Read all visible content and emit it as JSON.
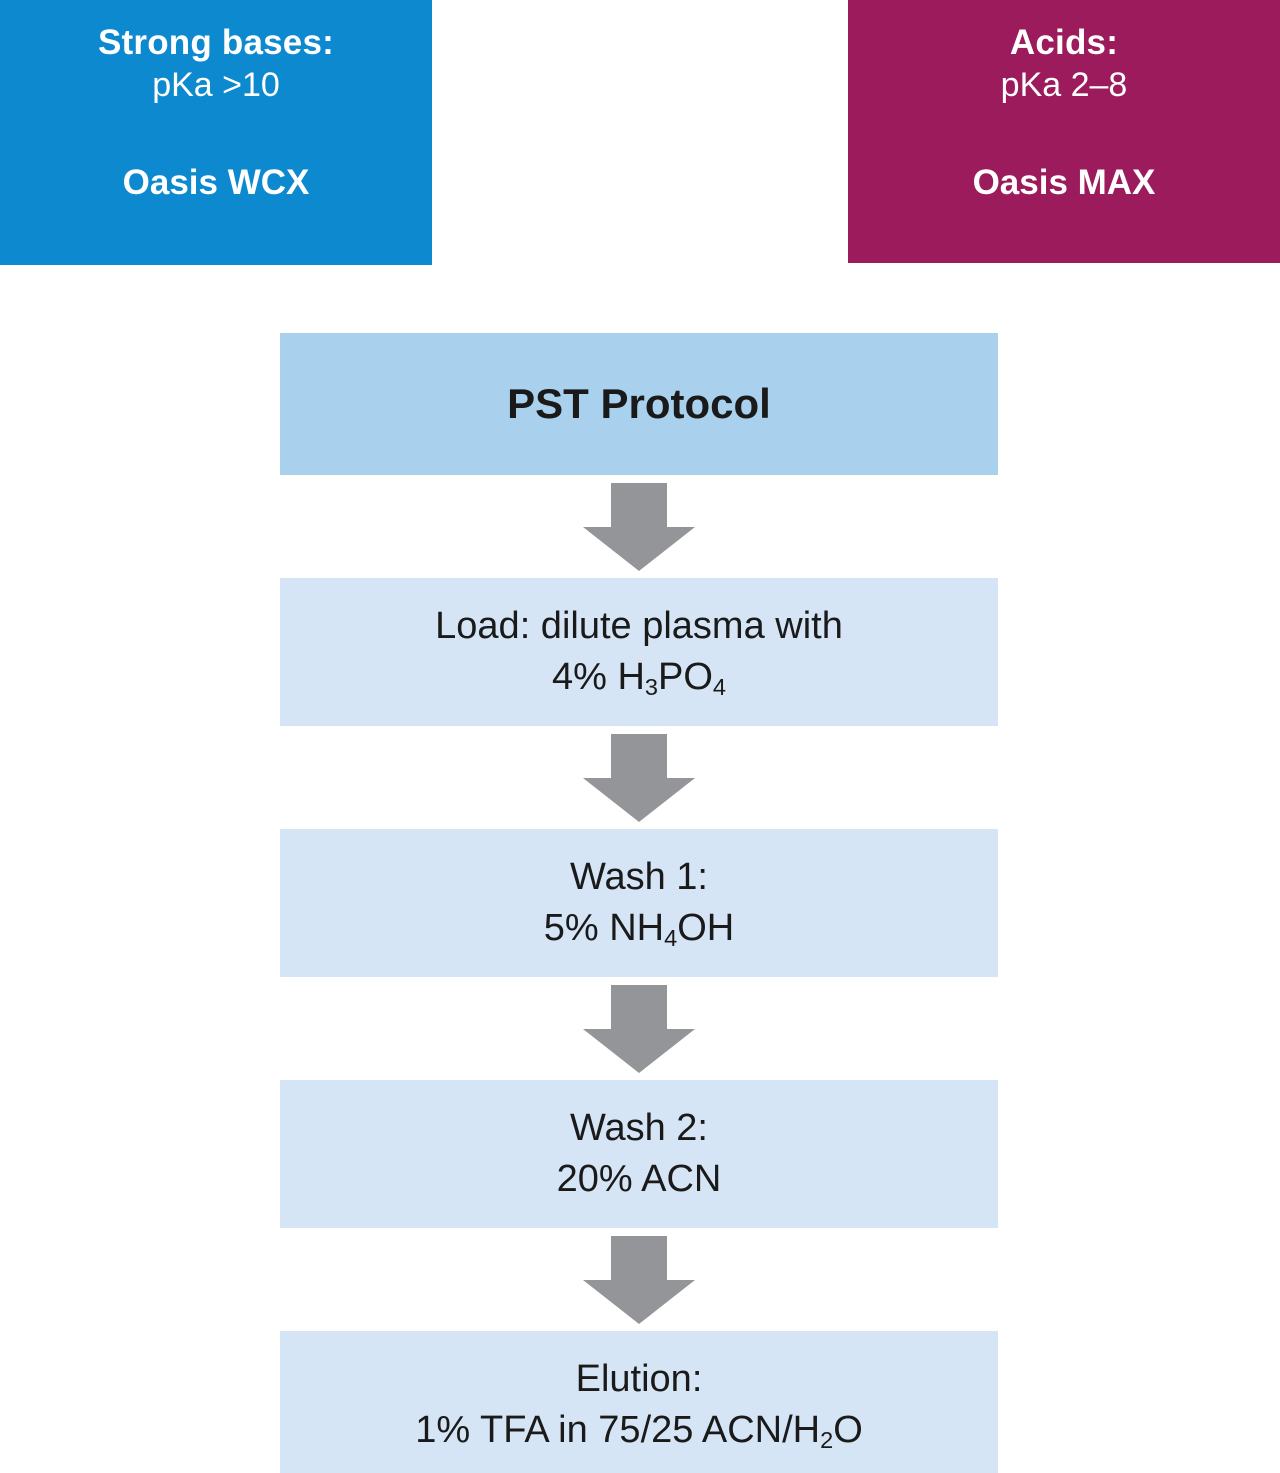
{
  "colors": {
    "strong_bases_card": "#0d8acf",
    "acids_card": "#9c1b5c",
    "protocol_header_box": "#a9d1ee",
    "protocol_step_box": "#d5e5f5",
    "arrow": "#939598",
    "text_dark": "#1a1a1a",
    "text_light": "#ffffff"
  },
  "categories": [
    {
      "id": "strong-bases",
      "title": "Strong bases:",
      "subtitle": "pKa >10",
      "product": "Oasis WCX"
    },
    {
      "id": "acids",
      "title": "Acids:",
      "subtitle": "pKa 2–8",
      "product": "Oasis MAX"
    }
  ],
  "protocol": {
    "header": "PST Protocol",
    "steps": [
      {
        "id": "load",
        "line1": "Load: dilute plasma with",
        "line2_parts": [
          {
            "t": "4% H",
            "sub": false
          },
          {
            "t": "3",
            "sub": true
          },
          {
            "t": "PO",
            "sub": false
          },
          {
            "t": "4",
            "sub": true
          }
        ],
        "line2_plain": "4% H3PO4"
      },
      {
        "id": "wash-1",
        "line1": "Wash 1:",
        "line2_parts": [
          {
            "t": "5% NH",
            "sub": false
          },
          {
            "t": "4",
            "sub": true
          },
          {
            "t": "OH",
            "sub": false
          }
        ],
        "line2_plain": "5% NH4OH"
      },
      {
        "id": "wash-2",
        "line1": "Wash 2:",
        "line2_parts": [
          {
            "t": "20% ACN",
            "sub": false
          }
        ],
        "line2_plain": "20% ACN"
      },
      {
        "id": "elution",
        "line1": "Elution:",
        "line2_parts": [
          {
            "t": "1% TFA in 75/25 ACN/H",
            "sub": false
          },
          {
            "t": "2",
            "sub": true
          },
          {
            "t": "O",
            "sub": false
          }
        ],
        "line2_plain": "1% TFA in 75/25 ACN/H2O"
      }
    ],
    "arrow_count": 4,
    "arrow_icon": "arrow-down-icon"
  }
}
